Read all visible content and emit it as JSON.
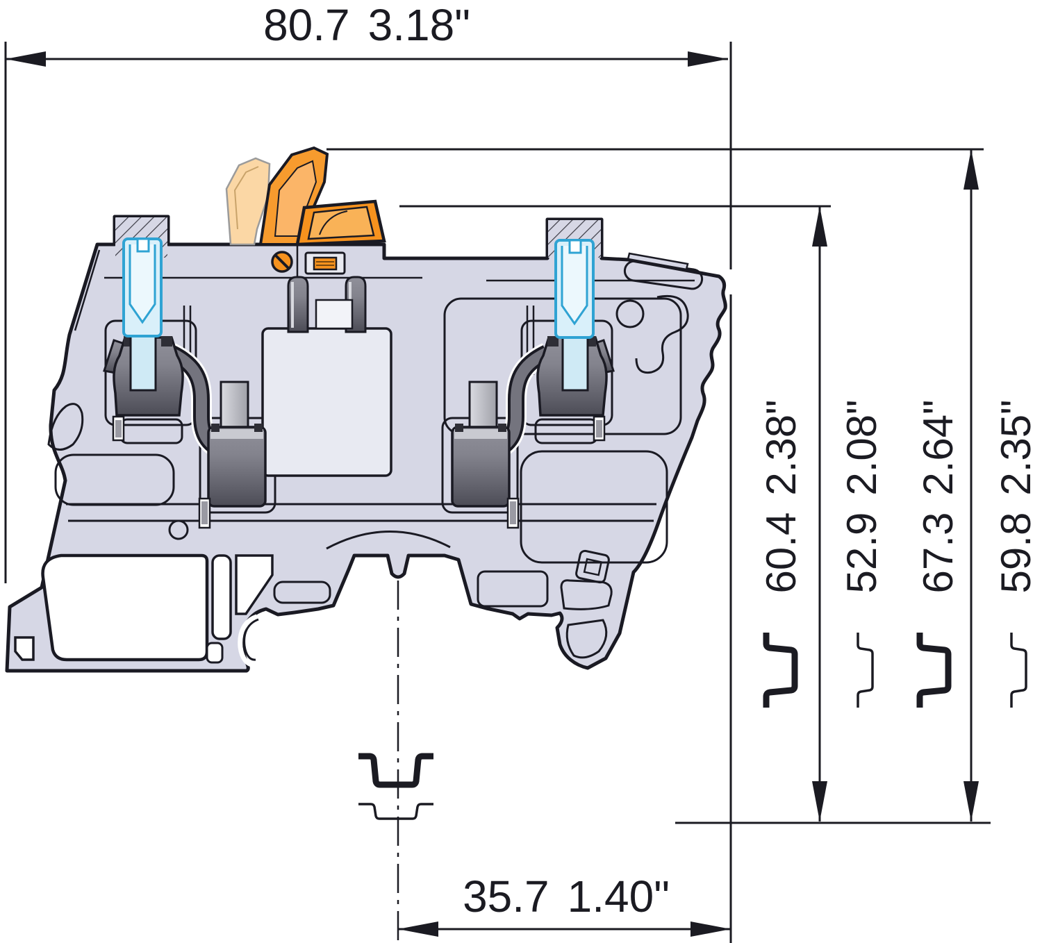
{
  "drawing": {
    "subject": "terminal-block-cross-section",
    "view": "side-section-with-dimensions"
  },
  "dimensions": {
    "width": {
      "mm": "80.7",
      "inch": "3.18\""
    },
    "rail_center_offset": {
      "mm": "35.7",
      "inch": "1.40\""
    },
    "heights": [
      {
        "mm": "60.4",
        "inch": "2.38\"",
        "rail_icon": "din-rail-15mm-icon"
      },
      {
        "mm": "52.9",
        "inch": "2.08\"",
        "rail_icon": "din-rail-7-5mm-icon"
      },
      {
        "mm": "67.3",
        "inch": "2.64\"",
        "rail_icon": "din-rail-15mm-icon"
      },
      {
        "mm": "59.8",
        "inch": "2.35\"",
        "rail_icon": "din-rail-7-5mm-icon"
      }
    ]
  },
  "icons": {
    "din_rail_15": "din-rail-15mm-icon",
    "din_rail_7_5": "din-rail-7-5mm-icon",
    "screw": "screw-head-icon",
    "marker_tag": "marker-tag-icon"
  },
  "colors": {
    "body": "#d6d7e5",
    "outline": "#1a1a23",
    "lever": "#f79b2e",
    "lever_handle": "#f6921e",
    "lever_ghost": "#fbd7a5",
    "socket_fill": "#d9f0fa",
    "socket_stroke": "#2fa3d3",
    "metal_dark": "#55555f",
    "metal_light": "#9a9aa3",
    "dimension": "#1b1b22"
  }
}
